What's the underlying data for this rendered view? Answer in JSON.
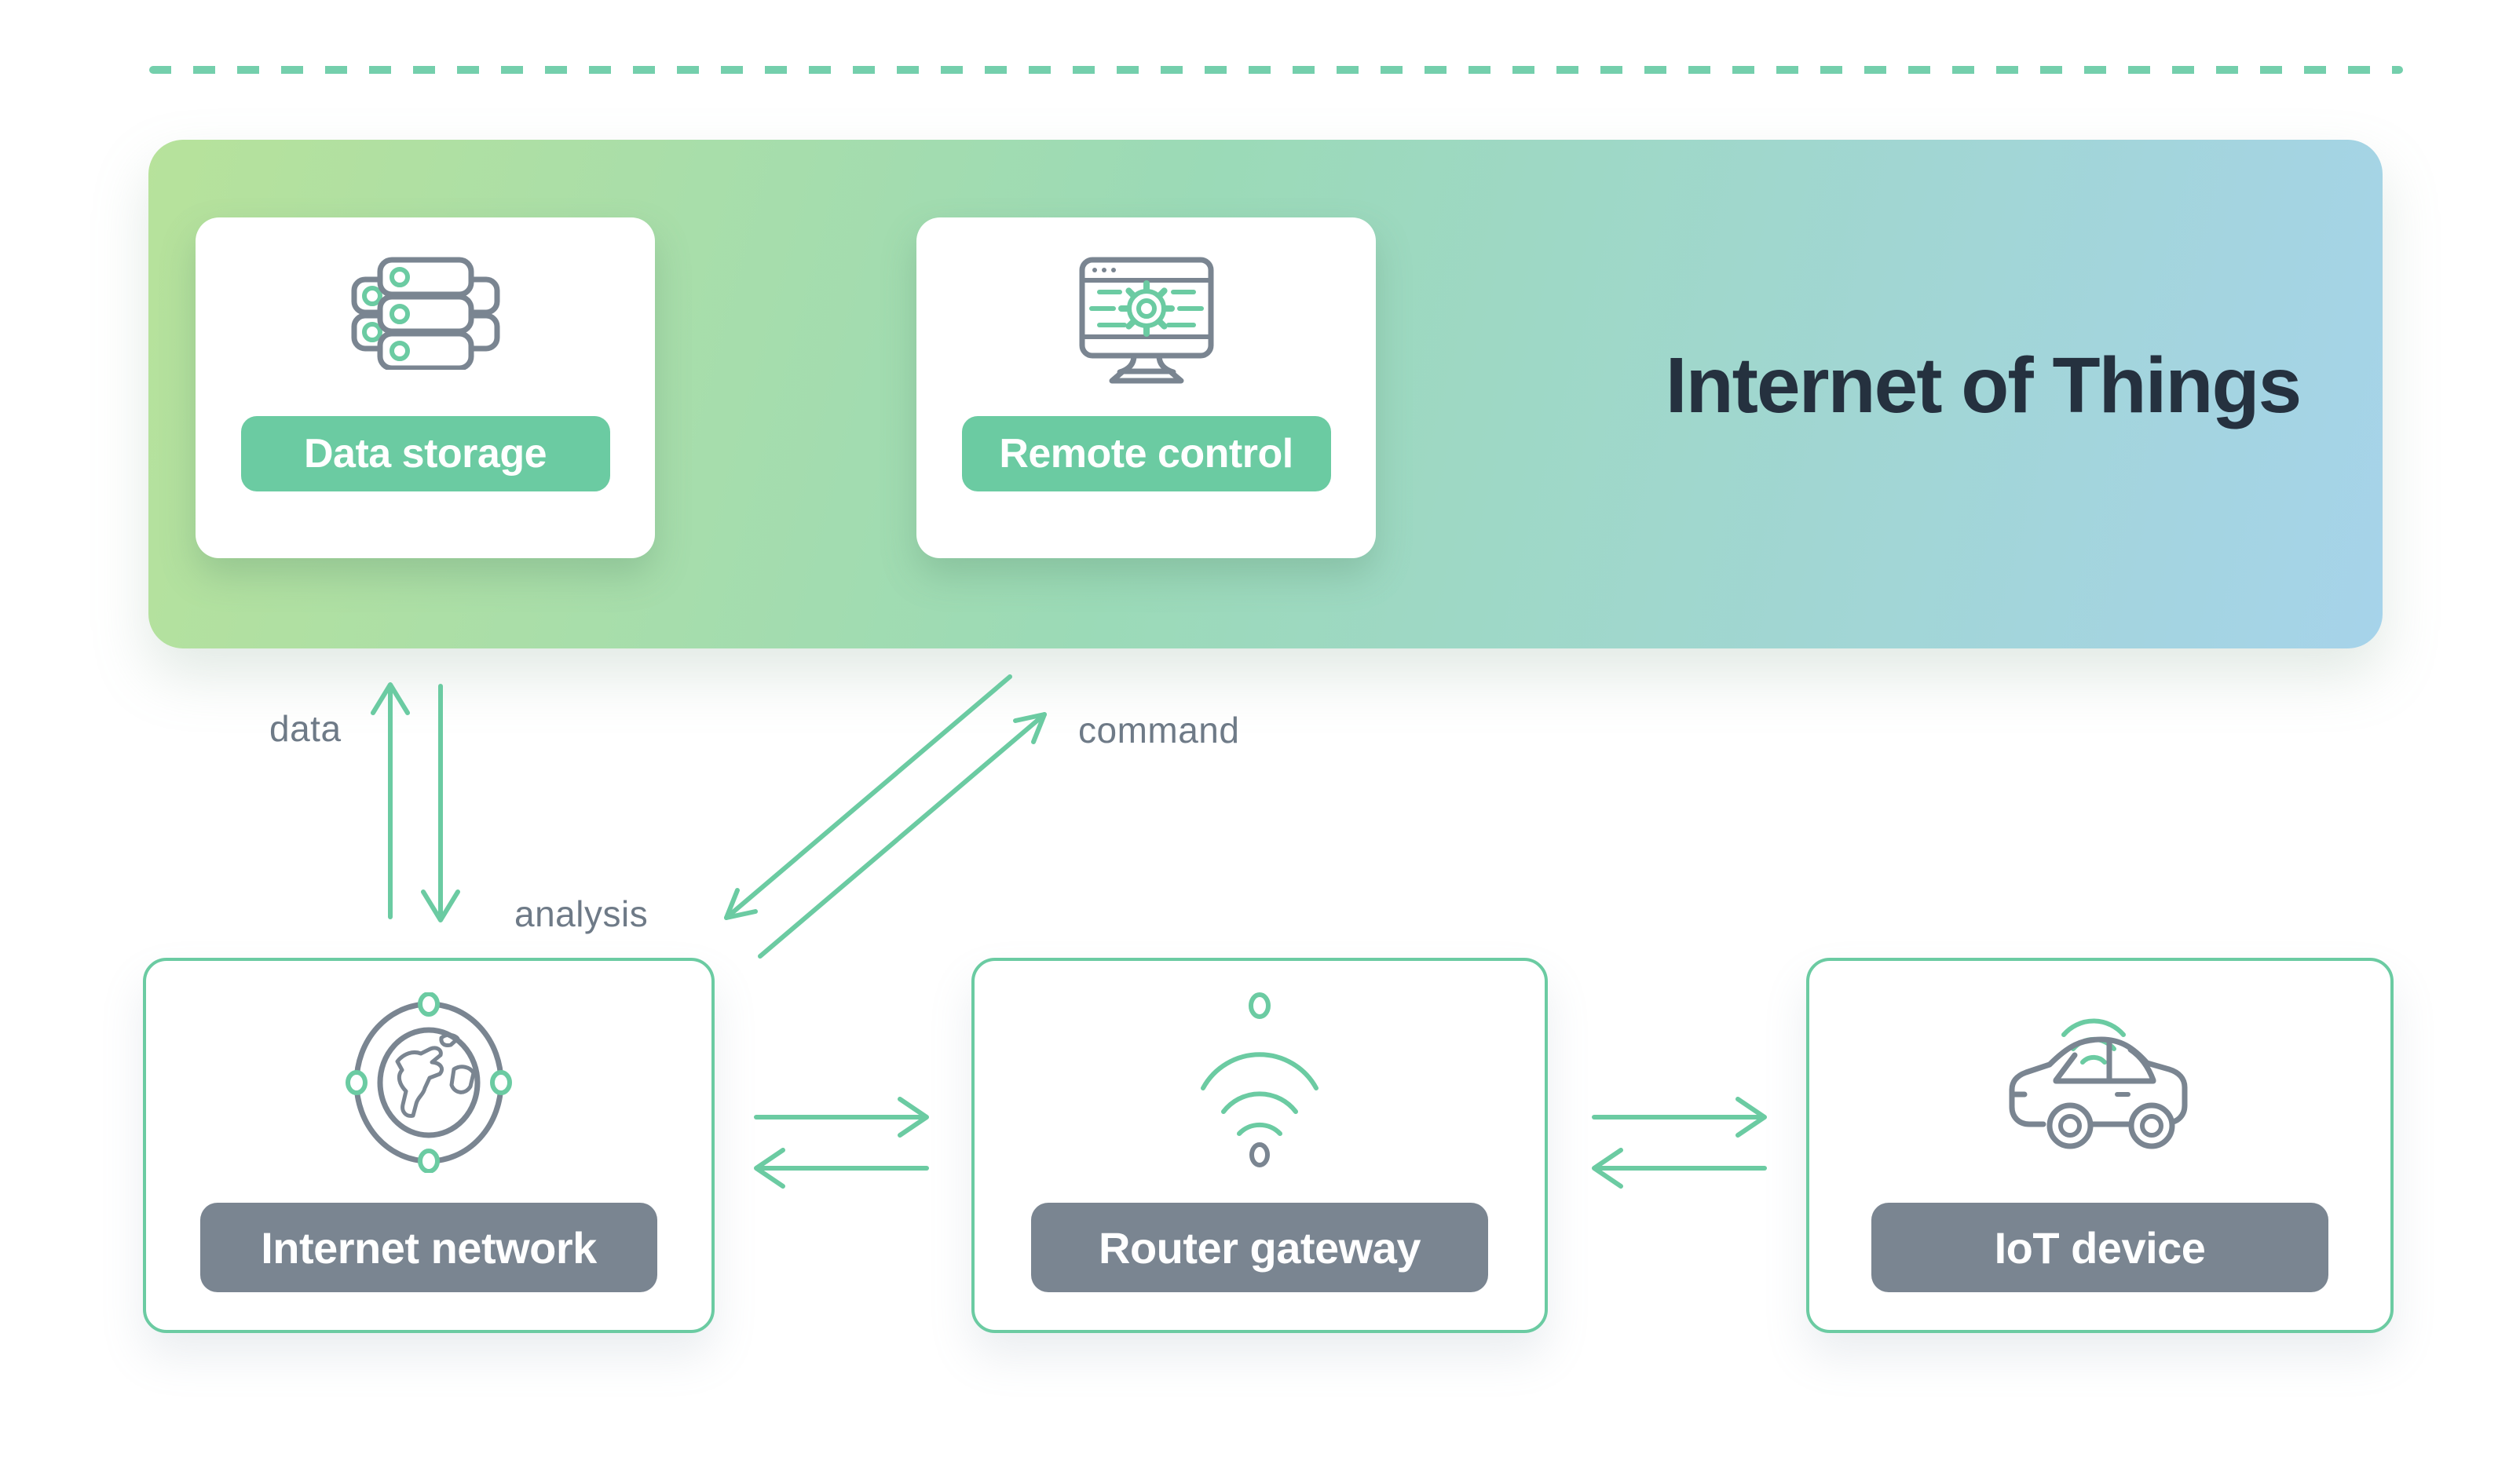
{
  "banner": {
    "title": "Internet of Things",
    "cards": [
      {
        "label": "Data storage",
        "icon": "server-stack-icon"
      },
      {
        "label": "Remote control",
        "icon": "monitor-gear-icon"
      }
    ]
  },
  "flow_labels": {
    "data": "data",
    "command": "command",
    "analysis": "analysis"
  },
  "nodes": [
    {
      "label": "Internet network",
      "icon": "globe-network-icon"
    },
    {
      "label": "Router gateway",
      "icon": "wifi-signal-icon"
    },
    {
      "label": "IoT device",
      "icon": "connected-car-icon"
    }
  ],
  "colors": {
    "accent_green": "#6BCBA2",
    "dash_teal": "#74CFAC",
    "slate_gray": "#7A8591",
    "label_gray": "#6E7A87",
    "title_navy": "#25313F",
    "banner_gradient": [
      "#B7E29B",
      "#9BDAB7",
      "#A6D3EA"
    ]
  }
}
